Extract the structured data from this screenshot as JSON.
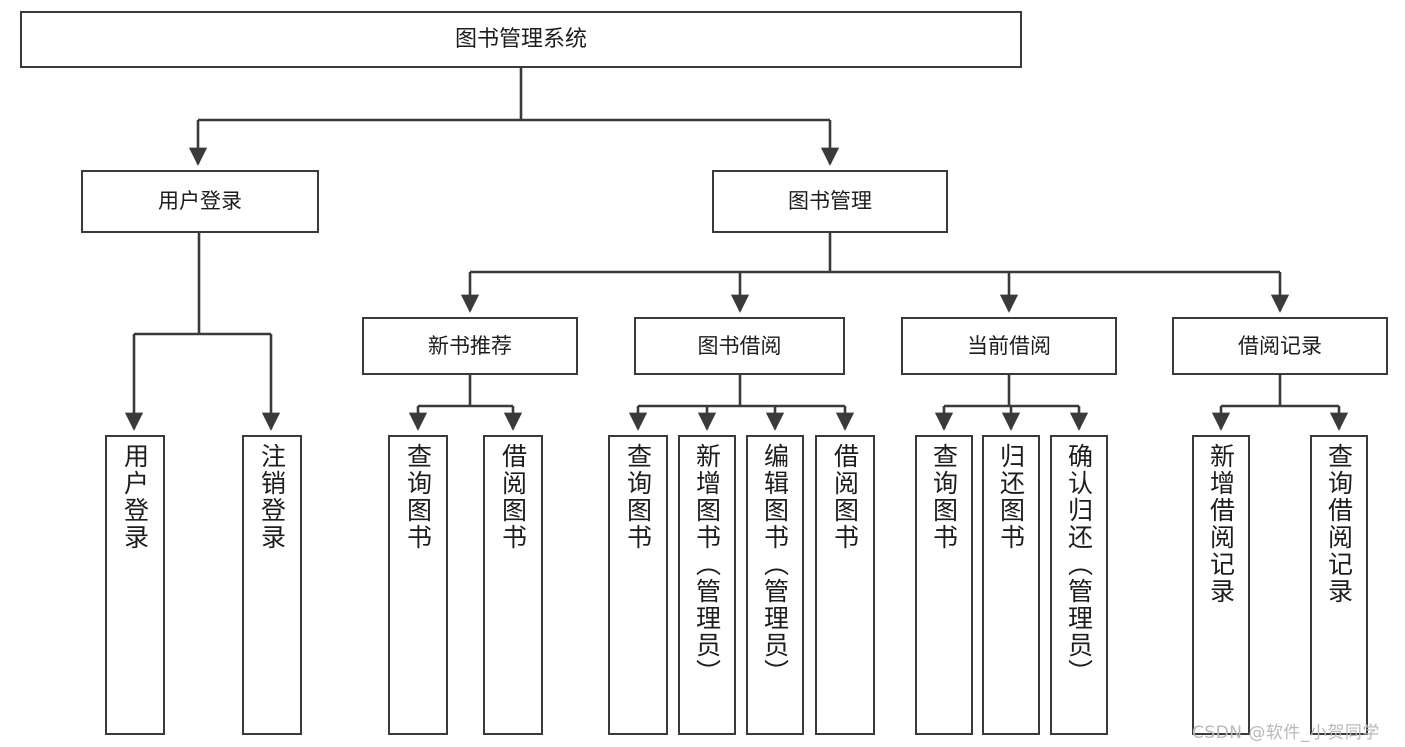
{
  "diagram": {
    "title": "图书管理系统",
    "root": {
      "label": "图书管理系统"
    },
    "level1": [
      {
        "label": "用户登录"
      },
      {
        "label": "图书管理"
      }
    ],
    "level2": [
      {
        "label": "新书推荐"
      },
      {
        "label": "图书借阅"
      },
      {
        "label": "当前借阅"
      },
      {
        "label": "借阅记录"
      }
    ],
    "leaves": {
      "user_login": [
        {
          "label": "用户登录"
        },
        {
          "label": "注销登录"
        }
      ],
      "new_book_recommend": [
        {
          "label": "查询图书"
        },
        {
          "label": "借阅图书"
        }
      ],
      "book_borrow": [
        {
          "label": "查询图书"
        },
        {
          "label": "新增图书（管理员）"
        },
        {
          "label": "编辑图书（管理员）"
        },
        {
          "label": "借阅图书"
        }
      ],
      "current_borrow": [
        {
          "label": "查询图书"
        },
        {
          "label": "归还图书"
        },
        {
          "label": "确认归还（管理员）"
        }
      ],
      "borrow_record": [
        {
          "label": "新增借阅记录"
        },
        {
          "label": "查询借阅记录"
        }
      ]
    }
  },
  "watermark": {
    "text": "CSDN @软件_小贺同学"
  },
  "colors": {
    "stroke": "#3a3a3a",
    "box_fill": "#ffffff",
    "text": "#1d1d1d",
    "watermark": "#b9b9b9"
  }
}
